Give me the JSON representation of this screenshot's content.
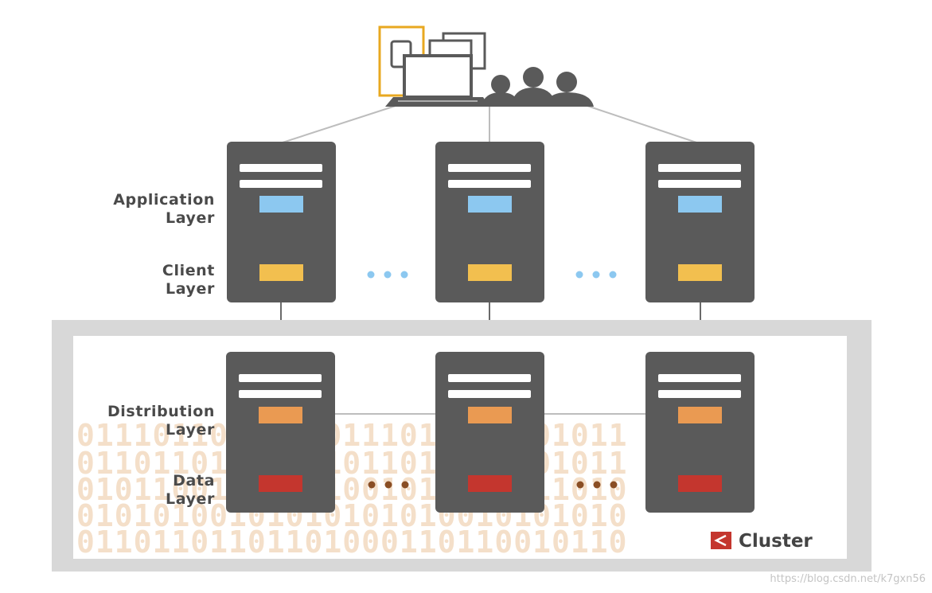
{
  "labels": {
    "application_layer": [
      "Application",
      "Layer"
    ],
    "client_layer": [
      "Client",
      "Layer"
    ],
    "distribution_layer": [
      "Distribution",
      "Layer"
    ],
    "data_layer": [
      "Data",
      "Layer"
    ]
  },
  "cluster_label": "Cluster",
  "watermark": "https://blog.csdn.net/k7gxn56",
  "background_binary": [
    "01110110110100111011101101011",
    "01101101110111011011101101011",
    "01011001011001001011100011010",
    "01010100101010101010010101010",
    "01101101101101000110110010110"
  ],
  "colors": {
    "server_body": "#5a5a5a",
    "application_block": "#8cc8f0",
    "client_block": "#f2bf4f",
    "distribution_block": "#ea9a52",
    "data_block": "#c4362e",
    "cluster_frame": "#d9d9d9",
    "upper_dots": "#8cc8f0",
    "lower_dots": "#8a4e24",
    "device_frame": "#e8a820"
  },
  "icons": [
    "laptop-icon",
    "tablet-icon",
    "monitor-icon",
    "users-icon",
    "cluster-logo-icon"
  ]
}
